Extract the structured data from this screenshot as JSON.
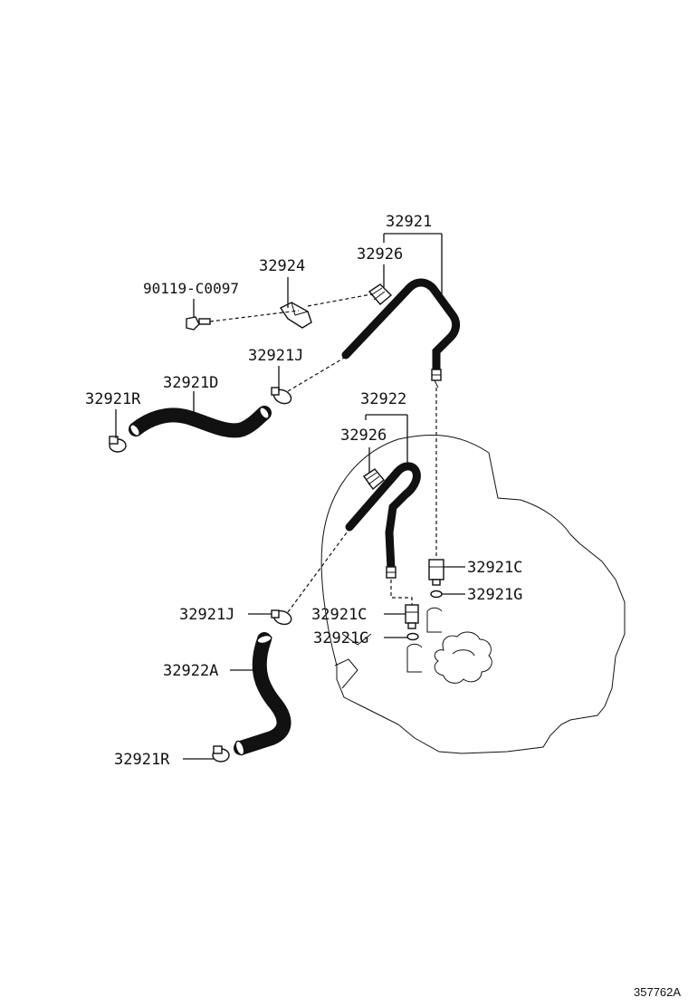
{
  "labels": {
    "p32921": "32921",
    "p32926_a": "32926",
    "p32924": "32924",
    "p90119": "90119-C0097",
    "p32921J_a": "32921J",
    "p32921D": "32921D",
    "p32921R_a": "32921R",
    "p32922": "32922",
    "p32926_b": "32926",
    "p32921C_a": "32921C",
    "p32921G_a": "32921G",
    "p32921J_b": "32921J",
    "p32921C_b": "32921C",
    "p32921G_b": "32921G",
    "p32922A": "32922A",
    "p32921R_b": "32921R"
  },
  "diagram_code": "357762A"
}
